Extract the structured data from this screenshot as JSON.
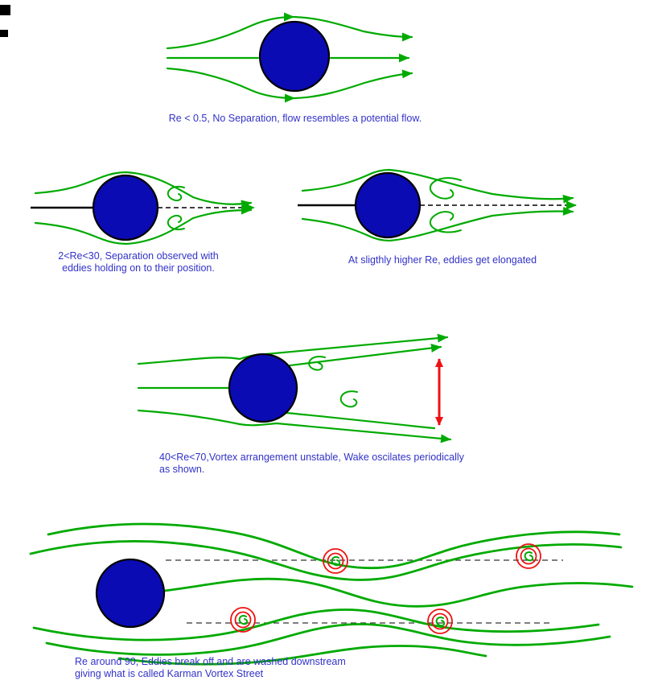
{
  "colors": {
    "cylinder_fill": "#0b0bb4",
    "streamline_green": "#00aa00",
    "caption_blue": "#3232c8",
    "arrow_red": "#ee1111",
    "line_black": "#000000"
  },
  "panels": {
    "potential_flow": {
      "caption": "Re < 0.5, No Separation, flow resembles a potential flow."
    },
    "attached_eddies": {
      "caption_line1": "2<Re<30, Separation observed with",
      "caption_line2": "eddies holding on to their position."
    },
    "elongated_eddies": {
      "caption": "At sligthly higher Re, eddies get elongated"
    },
    "unstable_wake": {
      "caption_line1": "40<Re<70,Vortex arrangement unstable, Wake oscilates periodically",
      "caption_line2": "as shown."
    },
    "karman_street": {
      "caption_line1": "Re around 90, Eddies break off and are washed downstream",
      "caption_line2": "giving what is called Karman Vortex Street"
    }
  }
}
